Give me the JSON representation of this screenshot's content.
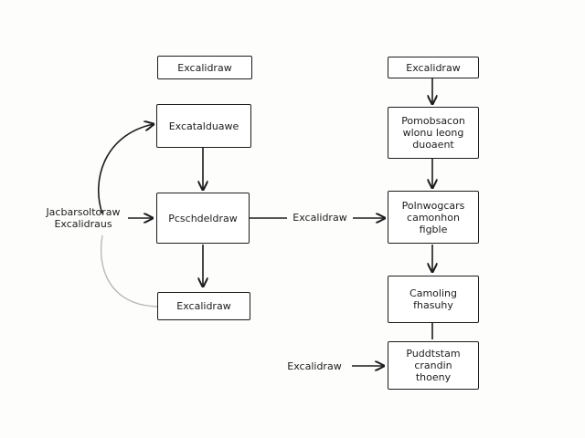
{
  "nodes": {
    "top_left": "Excalidraw",
    "left_a": "Excatalduawe",
    "left_center": "Pcschdeldraw",
    "left_bottom": "Excalidraw",
    "right_top": "Excalidraw",
    "right_a": "Pomobsacon\nwlonu leong\nduoaent",
    "right_b": "Polnwogcars\ncamonhon\nfigble",
    "right_c": "Camoling\nfhasuhy",
    "right_d": "Puddtstam\ncrandin\nthoeny"
  },
  "labels": {
    "left_source": "Jacbarsoltoraw\nExcalidraus",
    "middle_edge": "Excalidraw",
    "bottom_source": "Excalidraw"
  },
  "colors": {
    "stroke": "#1c1c1c",
    "curve_fade": "#b9b9b9",
    "background": "#fdfdfc"
  }
}
